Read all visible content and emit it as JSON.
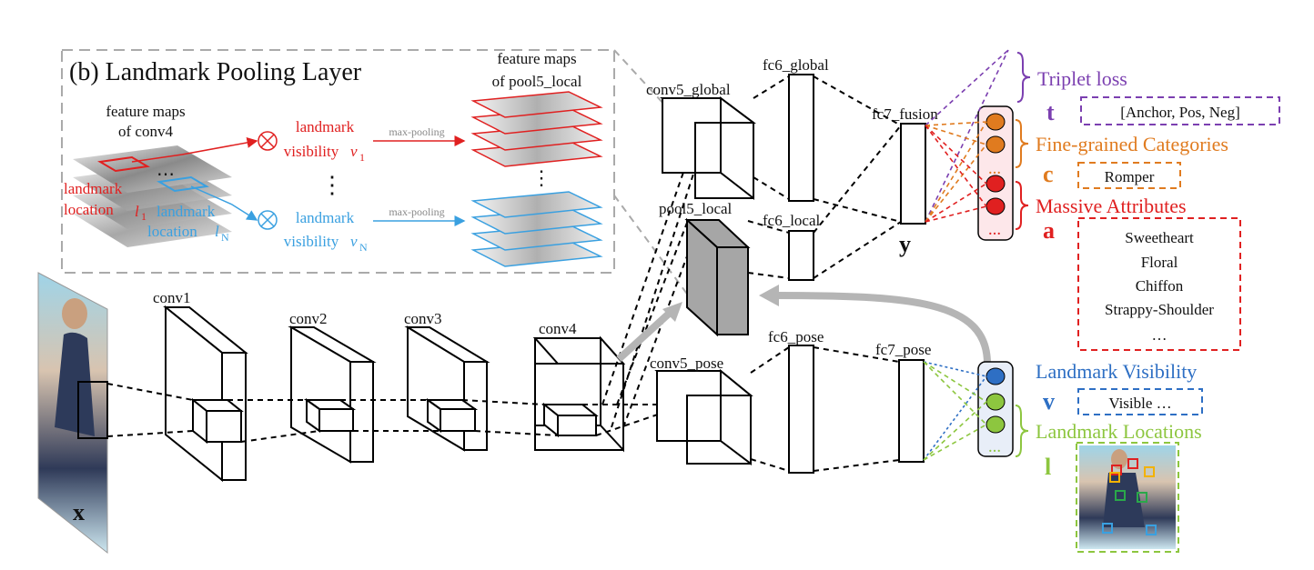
{
  "pooling_panel": {
    "title": "(b) Landmark Pooling Layer",
    "conv4_maps_line1": "feature maps",
    "conv4_maps_line2": "of conv4",
    "pool5_maps_line1": "feature maps",
    "pool5_maps_line2": "of pool5_local",
    "landmark_location_line1": "landmark",
    "landmark_location_line2": "location",
    "landmark_location_sub1": "l",
    "landmark_location_idx1": "1",
    "landmark_location_sub_n": "l",
    "landmark_location_idx_n": "N",
    "vis_top_line1": "landmark",
    "vis_top_line2": "visibility",
    "vis_top_sym": "v",
    "vis_top_idx": "1",
    "vis_bot_line1": "landmark",
    "vis_bot_line2": "visibility",
    "vis_bot_sym": "v",
    "vis_bot_idx": "N",
    "max_pool_top": "max-pooling",
    "max_pool_bottom": "max-pooling",
    "vdots": "⋮",
    "hdots": "⋯"
  },
  "network": {
    "input": "x",
    "conv1": "conv1",
    "conv2": "conv2",
    "conv3": "conv3",
    "conv4": "conv4",
    "conv5_global": "conv5_global",
    "pool5_local": "pool5_local",
    "conv5_pose": "conv5_pose",
    "fc6_global": "fc6_global",
    "fc6_local": "fc6_local",
    "fc6_pose": "fc6_pose",
    "fc7_fusion": "fc7_fusion",
    "fc7_pose": "fc7_pose",
    "fusion_out": "y"
  },
  "outputs": {
    "triplet_loss": "Triplet loss",
    "t_symbol": "t",
    "t_value": "[Anchor, Pos, Neg]",
    "categories": "Fine-grained Categories",
    "c_symbol": "c",
    "c_value": "Romper",
    "attributes": "Massive Attributes",
    "a_symbol": "a",
    "a_values": [
      "Sweetheart",
      "Floral",
      "Chiffon",
      "Strappy-Shoulder",
      "…"
    ],
    "visibility": "Landmark Visibility",
    "v_symbol": "v",
    "v_value": "Visible …",
    "locations": "Landmark Locations",
    "l_symbol": "l",
    "dots": "…"
  },
  "colors": {
    "triplet": "#7b3fb0",
    "categories": "#e07b1f",
    "attributes": "#e02020",
    "visibility": "#2e6fc4",
    "locations": "#8dc63f",
    "arrow_gray": "#b5b5b5",
    "pool_gray": "#a6a6a6",
    "panel_border": "#aaaaaa"
  }
}
